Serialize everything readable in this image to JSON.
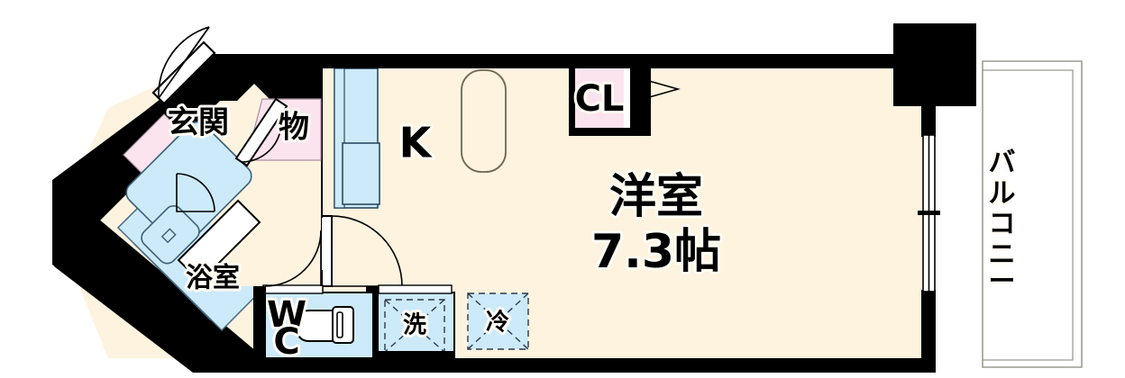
{
  "document": {
    "type": "japanese-apartment-floor-plan",
    "title": "間取り図"
  },
  "rooms": [
    {
      "id": "genkan",
      "label": "玄関",
      "meaning": "entrance",
      "fill": "#fdf3df"
    },
    {
      "id": "mono",
      "label": "物",
      "meaning": "storage",
      "fill": "#fbe4ee"
    },
    {
      "id": "yokushitsu",
      "label": "浴室",
      "meaning": "bathroom",
      "fill": "#cdeafa"
    },
    {
      "id": "wc",
      "label": "W\nC",
      "meaning": "toilet",
      "fill": "#cdeafa"
    },
    {
      "id": "kitchen",
      "label": "K",
      "meaning": "kitchen",
      "fill": "#fdf3df"
    },
    {
      "id": "closet",
      "label": "CL",
      "meaning": "closet",
      "fill": "#fbe4ee"
    },
    {
      "id": "washer",
      "label": "洗",
      "meaning": "washing-machine",
      "fill": "#cdeafa"
    },
    {
      "id": "fridge",
      "label": "冷",
      "meaning": "refrigerator",
      "fill": "#cdeafa"
    },
    {
      "id": "balcony",
      "label": "バルコニー",
      "meaning": "balcony",
      "fill": "#ffffff"
    }
  ],
  "labels": {
    "genkan": "玄関",
    "mono": "物",
    "yokushitsu": "浴室",
    "wc_line1": "W",
    "wc_line2": "C",
    "kitchen": "K",
    "closet": "CL",
    "washer": "洗",
    "fridge": "冷",
    "main_room_name": "洋室",
    "main_room_size": "7.3帖",
    "balcony_c1": "バ",
    "balcony_c2": "ル",
    "balcony_c3": "コ",
    "balcony_c4": "ニ",
    "balcony_c5": "ー"
  },
  "colors": {
    "wall": "#000000",
    "floor": "#fdf3df",
    "fixture_blue": "#cdeafa",
    "closet_pink": "#fbe4ee",
    "balcony_white": "#ffffff",
    "background": "#ffffff",
    "label_text": "#000000",
    "label_halo": "#fffdf5"
  }
}
